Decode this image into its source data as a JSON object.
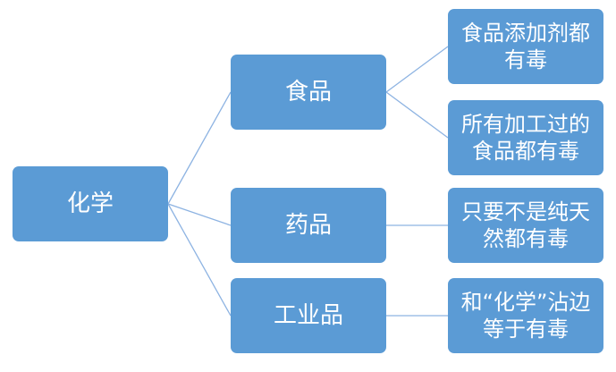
{
  "diagram": {
    "root": {
      "label": "化学"
    },
    "categories": [
      {
        "label": "食品"
      },
      {
        "label": "药品"
      },
      {
        "label": "工业品"
      }
    ],
    "claims": [
      {
        "label": "食品添加剂都有毒",
        "parent": "食品"
      },
      {
        "label": "所有加工过的食品都有毒",
        "parent": "食品"
      },
      {
        "label": "只要不是纯天然都有毒",
        "parent": "药品"
      },
      {
        "label": "和“化学”沾边等于有毒",
        "parent": "工业品"
      }
    ]
  },
  "colors": {
    "node_fill": "#5b9bd5",
    "node_text": "#ffffff",
    "connector": "#8db3e2"
  }
}
